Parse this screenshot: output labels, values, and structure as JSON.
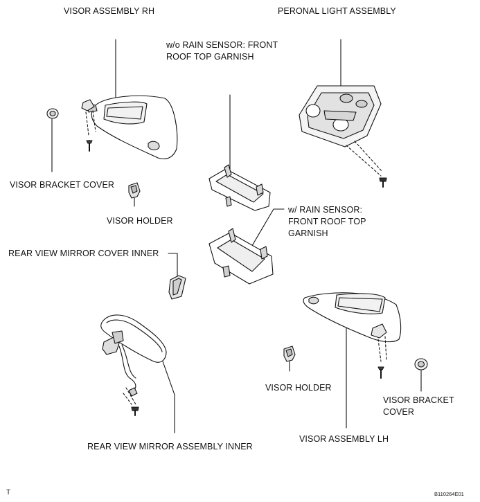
{
  "labels": {
    "visor_assembly_rh": "VISOR ASSEMBLY RH",
    "personal_light_assembly": "PERONAL LIGHT ASSEMBLY",
    "wo_rain_sensor_garnish": "w/o RAIN SENSOR: FRONT\nROOF TOP GARNISH",
    "visor_bracket_cover_left": "VISOR BRACKET COVER",
    "visor_holder_left": "VISOR HOLDER",
    "w_rain_sensor_garnish": "w/ RAIN SENSOR:\nFRONT ROOF TOP\nGARNISH",
    "rear_view_mirror_cover_inner": "REAR VIEW MIRROR COVER INNER",
    "visor_holder_right": "VISOR HOLDER",
    "visor_bracket_cover_right": "VISOR BRACKET\nCOVER",
    "visor_assembly_lh": "VISOR ASSEMBLY LH",
    "rear_view_mirror_assembly_inner": "REAR VIEW MIRROR ASSEMBLY INNER"
  },
  "corner": {
    "left_code": "T",
    "right_code": "B110264E01"
  }
}
